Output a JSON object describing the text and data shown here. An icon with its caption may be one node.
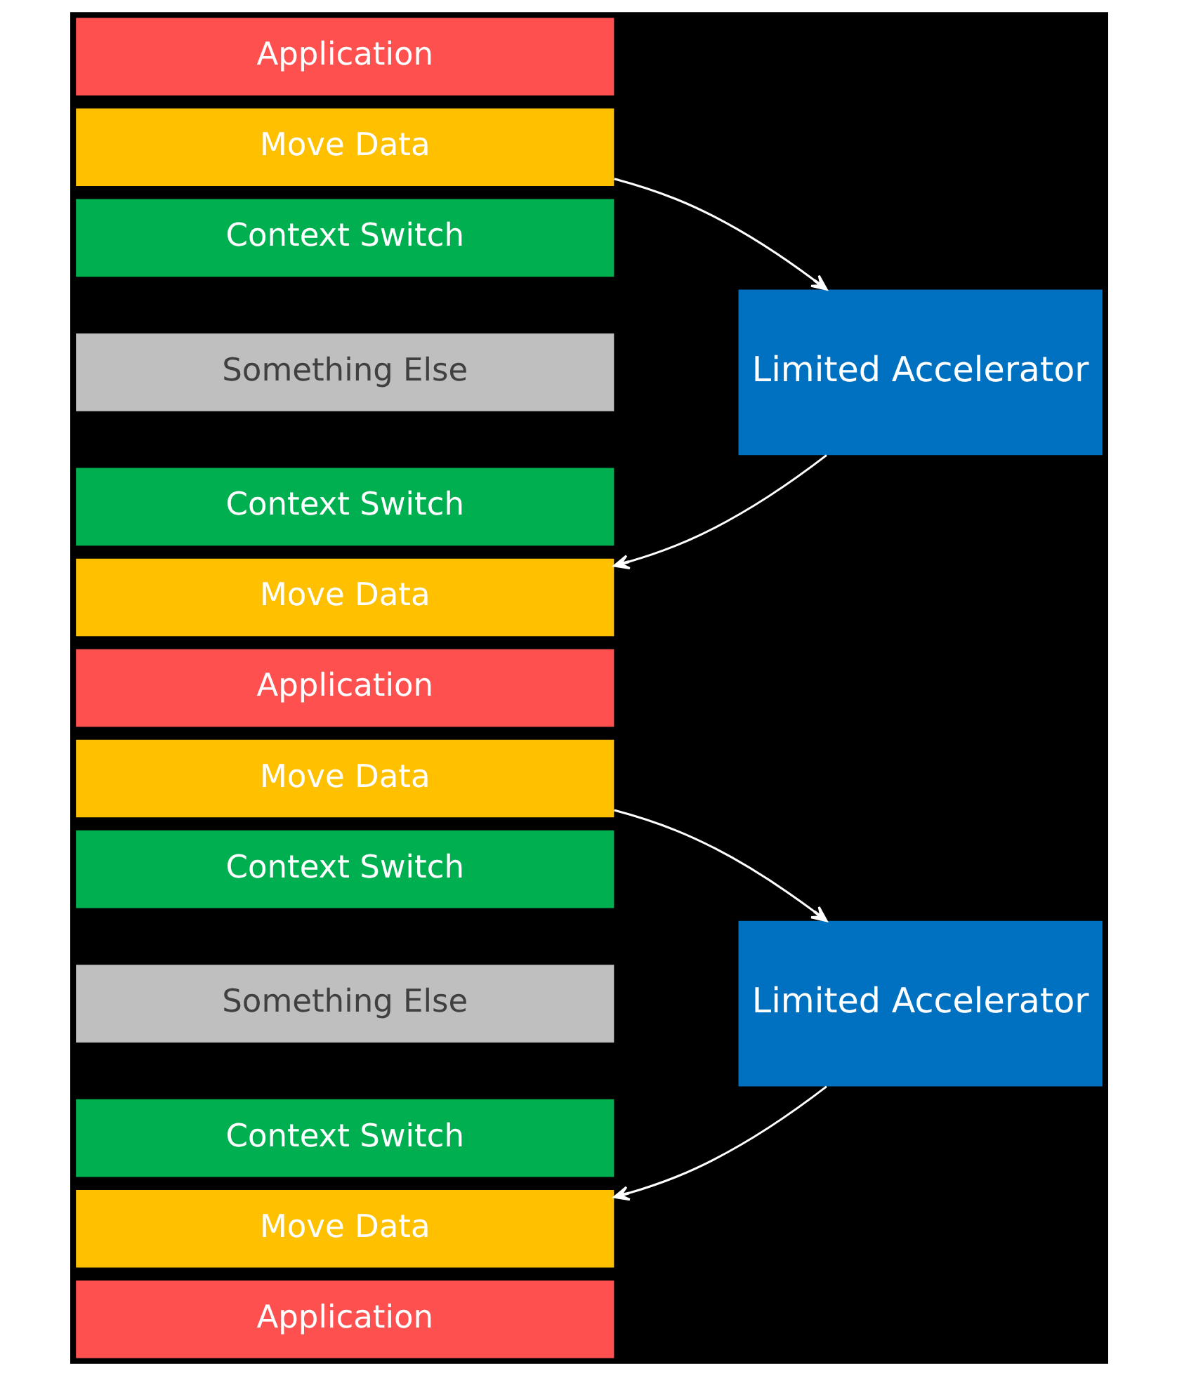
{
  "diagram": {
    "nodes": [
      {
        "text": [
          "Application"
        ]
      },
      {
        "text": [
          "Move Data"
        ]
      },
      {
        "text": [
          "Context Switch"
        ]
      },
      {
        "text": [
          "Something Else"
        ]
      },
      {
        "text": [
          "Context Switch"
        ]
      },
      {
        "text": [
          "Move Data"
        ]
      },
      {
        "text": [
          "Application"
        ]
      },
      {
        "text": [
          "Move Data"
        ]
      },
      {
        "text": [
          "Context Switch"
        ]
      },
      {
        "text": [
          "Something Else"
        ]
      },
      {
        "text": [
          "Context Switch"
        ]
      },
      {
        "text": [
          "Move Data"
        ]
      },
      {
        "text": [
          "Application"
        ]
      },
      {
        "text": [
          "Limited Accelerator"
        ]
      },
      {
        "text": [
          "Limited Accelerator"
        ]
      }
    ],
    "edges": [
      {
        "from": 1,
        "to": 13,
        "arrow": "to"
      },
      {
        "from": 13,
        "to": 5,
        "arrow": "to"
      },
      {
        "from": 7,
        "to": 14,
        "arrow": "to"
      },
      {
        "from": 14,
        "to": 11,
        "arrow": "to"
      }
    ]
  }
}
